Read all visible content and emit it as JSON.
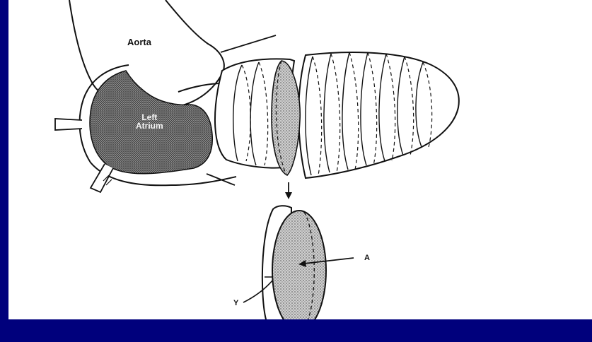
{
  "labels": {
    "aorta": "Aorta",
    "left_atrium_line1": "Left",
    "left_atrium_line2": "Atrium",
    "disc_area": "A",
    "disc_thickness": "Y"
  },
  "colors": {
    "border": "#00007c",
    "background": "#ffffff",
    "ink": "#111111",
    "shading": "#8a8a8a"
  }
}
